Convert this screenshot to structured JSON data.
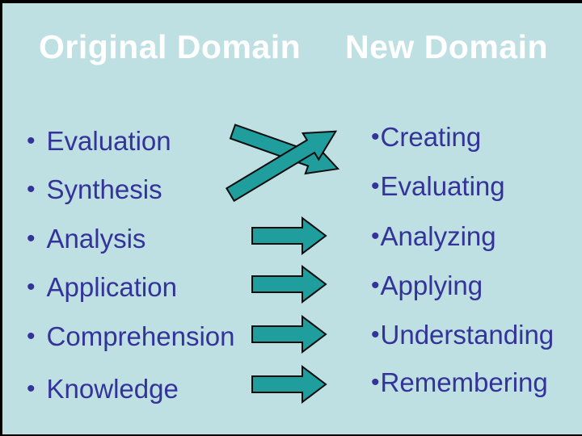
{
  "slide": {
    "title_left": "Original Domain",
    "title_right": "New Domain",
    "bullet_char": "•",
    "left_items": [
      "Evaluation",
      "Synthesis",
      "Analysis",
      "Application",
      "Comprehension",
      "Knowledge"
    ],
    "right_items": [
      "Creating",
      "Evaluating",
      "Analyzing",
      "Applying",
      "Understanding",
      "Remembering"
    ],
    "mappings": [
      {
        "from": "Evaluation",
        "to": "Evaluating",
        "arrow": "crossing-descending"
      },
      {
        "from": "Synthesis",
        "to": "Creating",
        "arrow": "crossing-ascending"
      },
      {
        "from": "Analysis",
        "to": "Analyzing",
        "arrow": "straight"
      },
      {
        "from": "Application",
        "to": "Applying",
        "arrow": "straight"
      },
      {
        "from": "Comprehension",
        "to": "Understanding",
        "arrow": "straight"
      },
      {
        "from": "Knowledge",
        "to": "Remembering",
        "arrow": "straight"
      }
    ],
    "colors": {
      "background": "#bfe0e3",
      "frame": "#000000",
      "title_text": "#ffffff",
      "list_text": "#333399",
      "arrow_fill": "#209e9d",
      "arrow_outline": "#0d0d0d"
    }
  }
}
